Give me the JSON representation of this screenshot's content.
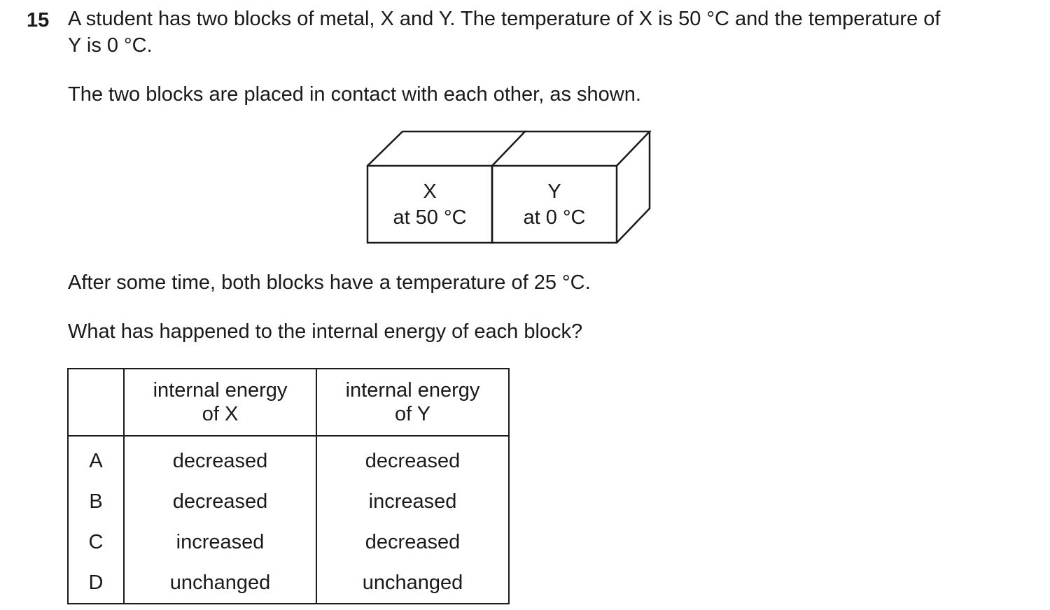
{
  "question": {
    "number": "15",
    "intro_line1": "A student has two blocks of metal, X and Y. The temperature of X is 50 °C and the temperature of",
    "intro_line2": "Y is 0 °C.",
    "contact": "The two blocks are placed in contact with each other, as shown.",
    "after": "After some time, both blocks have a temperature of 25 °C.",
    "prompt": "What has happened to the internal energy of each block?"
  },
  "diagram": {
    "block_x": {
      "name": "X",
      "temperature": "at 50 °C"
    },
    "block_y": {
      "name": "Y",
      "temperature": "at 0 °C"
    }
  },
  "table": {
    "headers": {
      "letter": "",
      "x_line1": "internal energy",
      "x_line2": "of X",
      "y_line1": "internal energy",
      "y_line2": "of Y"
    },
    "rows": [
      {
        "letter": "A",
        "x": "decreased",
        "y": "decreased"
      },
      {
        "letter": "B",
        "x": "decreased",
        "y": "increased"
      },
      {
        "letter": "C",
        "x": "increased",
        "y": "decreased"
      },
      {
        "letter": "D",
        "x": "unchanged",
        "y": "unchanged"
      }
    ]
  }
}
